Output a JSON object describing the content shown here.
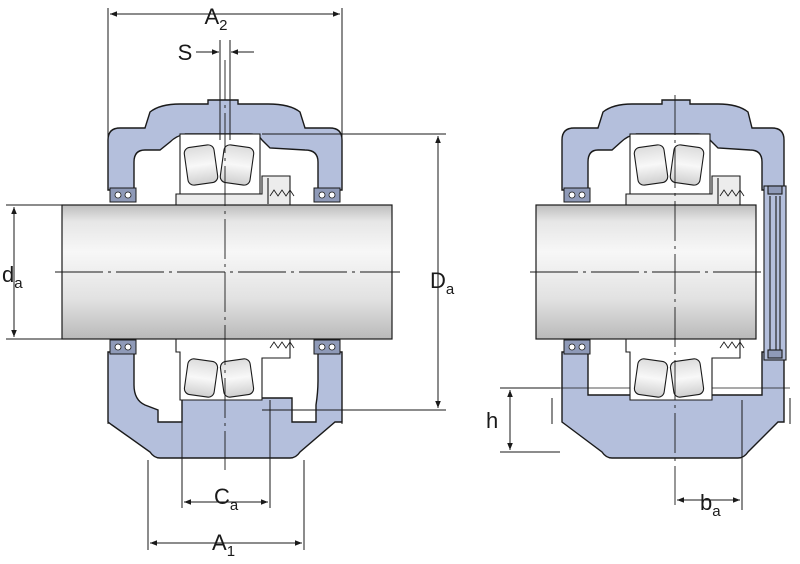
{
  "labels": {
    "A2": {
      "main": "A",
      "sub": "2"
    },
    "S": {
      "main": "S"
    },
    "da": {
      "main": "d",
      "sub": "a"
    },
    "Da": {
      "main": "D",
      "sub": "a"
    },
    "Ca": {
      "main": "C",
      "sub": "a"
    },
    "A1": {
      "main": "A",
      "sub": "1"
    },
    "h": {
      "main": "h"
    },
    "ba": {
      "main": "b",
      "sub": "a"
    }
  },
  "colors": {
    "housing": "#b4bfdc",
    "shaft_light": "#f2f2f2",
    "shaft_dark": "#c4c4c4",
    "line": "#1a1a1a"
  }
}
